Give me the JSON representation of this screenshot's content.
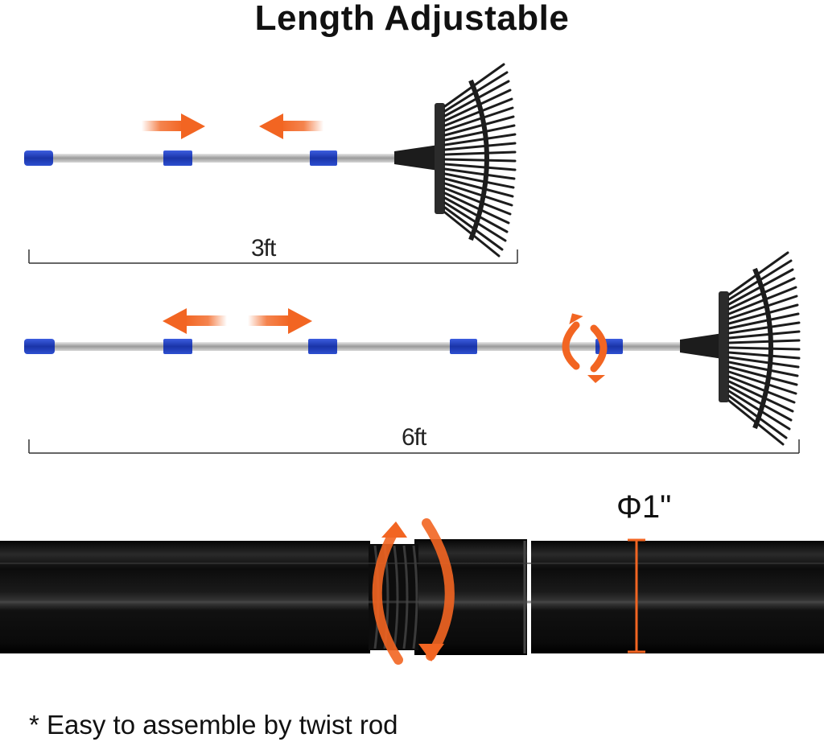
{
  "title": "Length Adjustable",
  "short_length": "3ft",
  "long_length": "6ft",
  "diameter": "Φ1\"",
  "footnote": "* Easy to assemble by twist rod",
  "colors": {
    "arrow": "#f26522",
    "sleeve": "#1f3fc4",
    "pole": "#c9c9c9",
    "rake": "#1c1c1c",
    "tube": "#111111"
  }
}
